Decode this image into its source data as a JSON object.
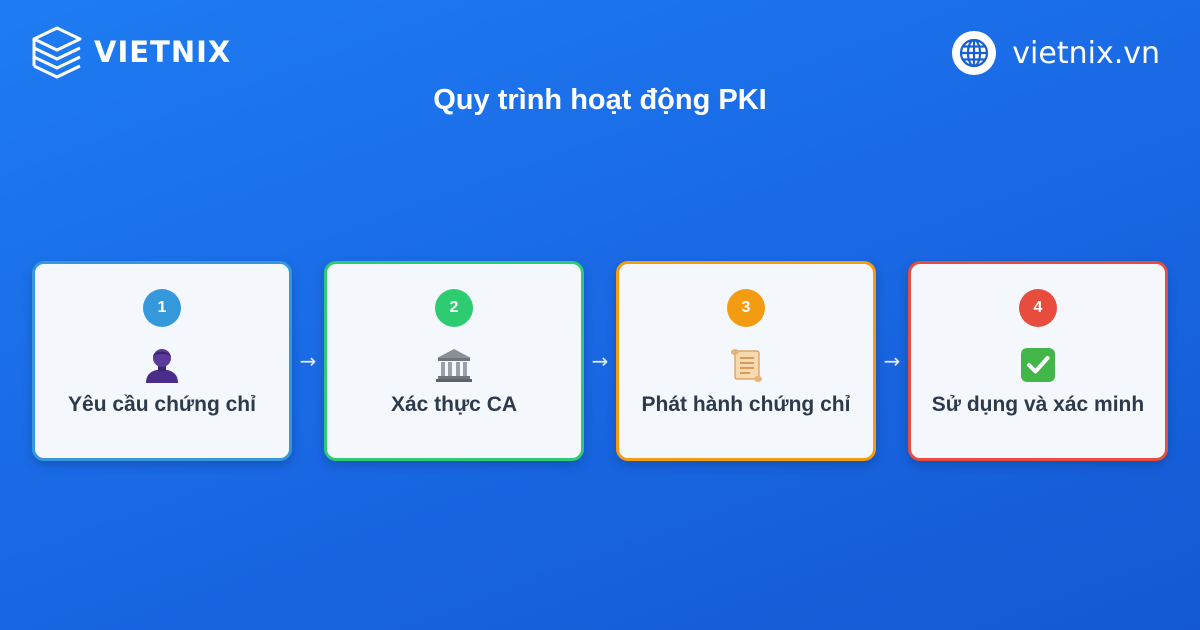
{
  "header": {
    "brand_name": "VIETNIX",
    "site": "vietnix.vn"
  },
  "title": "Quy trình hoạt động PKI",
  "steps": [
    {
      "number": "1",
      "label": "Yêu cầu chứng chỉ",
      "icon": "user-icon",
      "color": "#3498db"
    },
    {
      "number": "2",
      "label": "Xác thực CA",
      "icon": "bank-icon",
      "color": "#2ecc71"
    },
    {
      "number": "3",
      "label": "Phát hành chứng chỉ",
      "icon": "scroll-icon",
      "color": "#f39c12"
    },
    {
      "number": "4",
      "label": "Sử dụng và xác minh",
      "icon": "check-icon",
      "color": "#e74c3c"
    }
  ],
  "arrow": "→",
  "colors": {
    "background": "#1a6ae6",
    "card_background": "#f4f7fc",
    "label_text": "#2c3a4b"
  }
}
